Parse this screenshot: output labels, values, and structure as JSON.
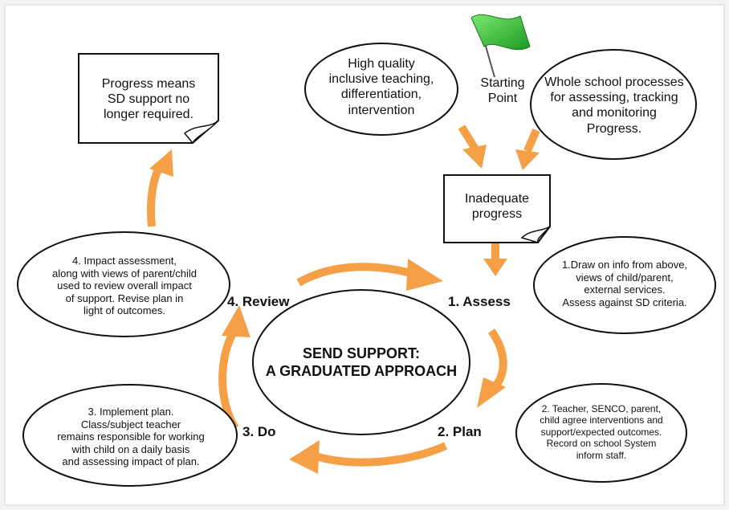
{
  "center": {
    "line1": "SEND SUPPORT:",
    "line2": "A GRADUATED APPROACH"
  },
  "steps": {
    "assess": "1. Assess",
    "plan": "2. Plan",
    "do": "3. Do",
    "review": "4. Review"
  },
  "starting_point": "Starting\nPoint",
  "top_ellipses": {
    "left": "High quality\ninclusive teaching,\ndifferentiation,\nintervention",
    "right": "Whole school processes\nfor assessing, tracking\nand monitoring\nProgress."
  },
  "notes": {
    "inadequate": "Inadequate\nprogress",
    "progress": "Progress means\nSD  support no\nlonger required."
  },
  "detail_ellipses": {
    "assess": "1.Draw on info from above,\nviews of child/parent,\nexternal services.\nAssess against  SD criteria.",
    "plan": "2. Teacher, SENCO, parent,\nchild agree interventions and\nsupport/expected outcomes.\nRecord on school System\ninform staff.",
    "do": "3. Implement plan.\nClass/subject teacher\nremains responsible for working\nwith child on a daily basis\nand assessing impact of plan.",
    "review": "4. Impact assessment,\nalong with views of parent/child\nused to review overall impact\nof support. Revise plan in\nlight of outcomes."
  },
  "colors": {
    "arrow": "#f5a046",
    "flag": "#3fbf3a",
    "outline": "#111111",
    "background": "#ffffff"
  }
}
